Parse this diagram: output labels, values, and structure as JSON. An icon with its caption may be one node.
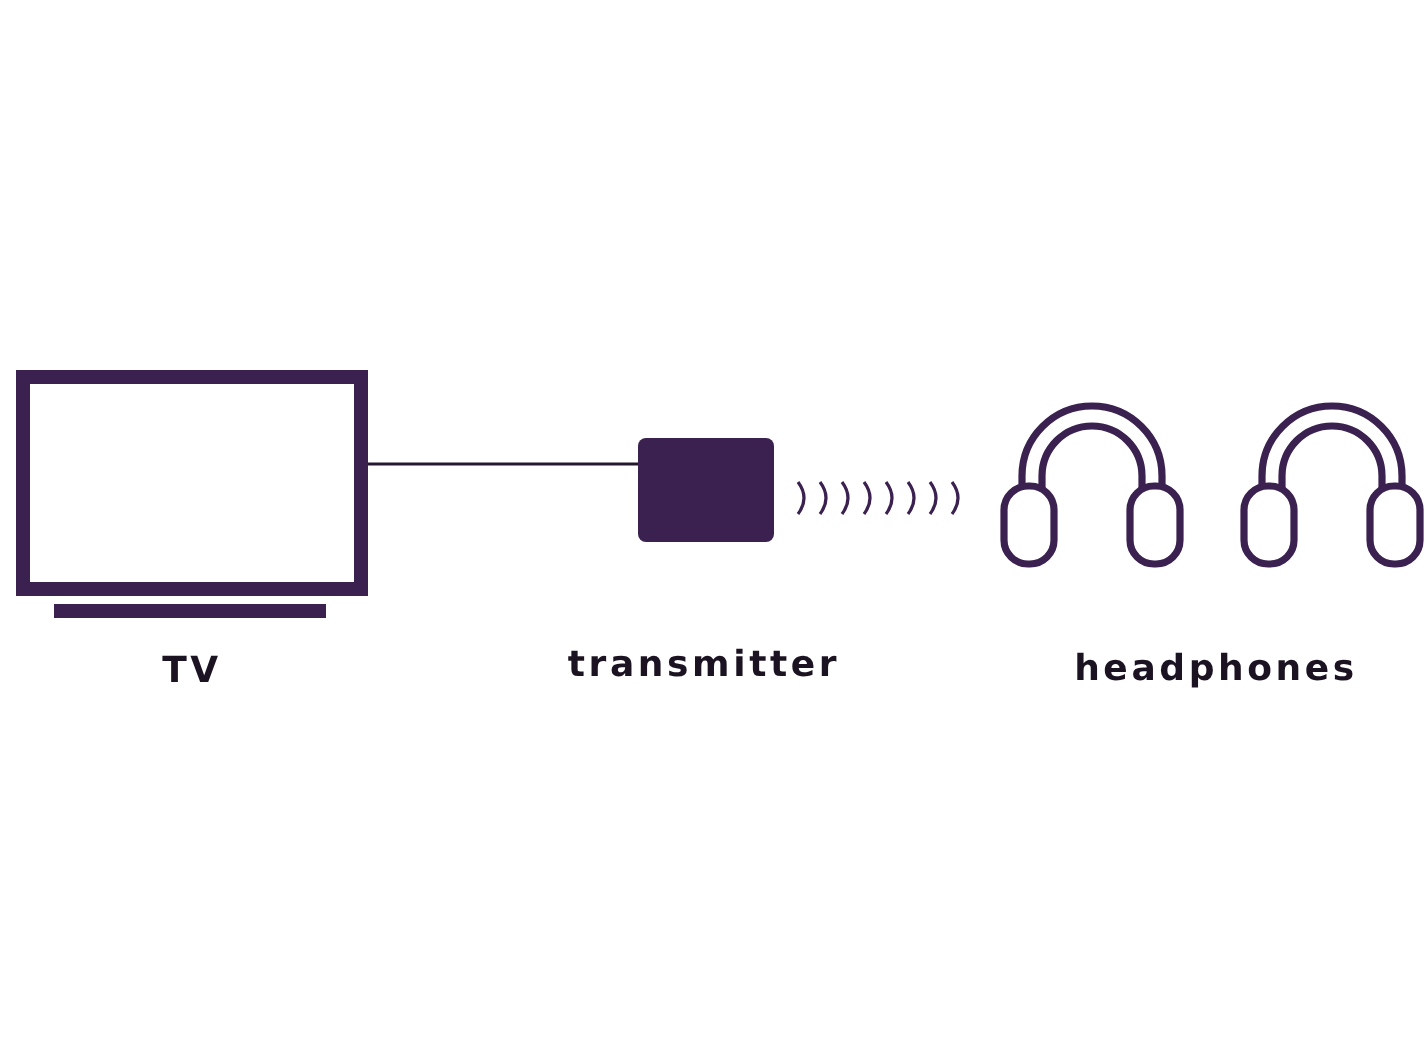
{
  "diagram": {
    "nodes": [
      {
        "text": [],
        "shape": "box",
        "beside": [
          "TV"
        ]
      },
      {
        "text": [],
        "shape": "box",
        "beside": [
          "transmitter"
        ]
      },
      {
        "text": [],
        "shape": "picture",
        "beside": [
          "headphones"
        ]
      }
    ],
    "edges": [
      {
        "from": 0,
        "to": 1,
        "arrow": "none"
      }
    ]
  }
}
